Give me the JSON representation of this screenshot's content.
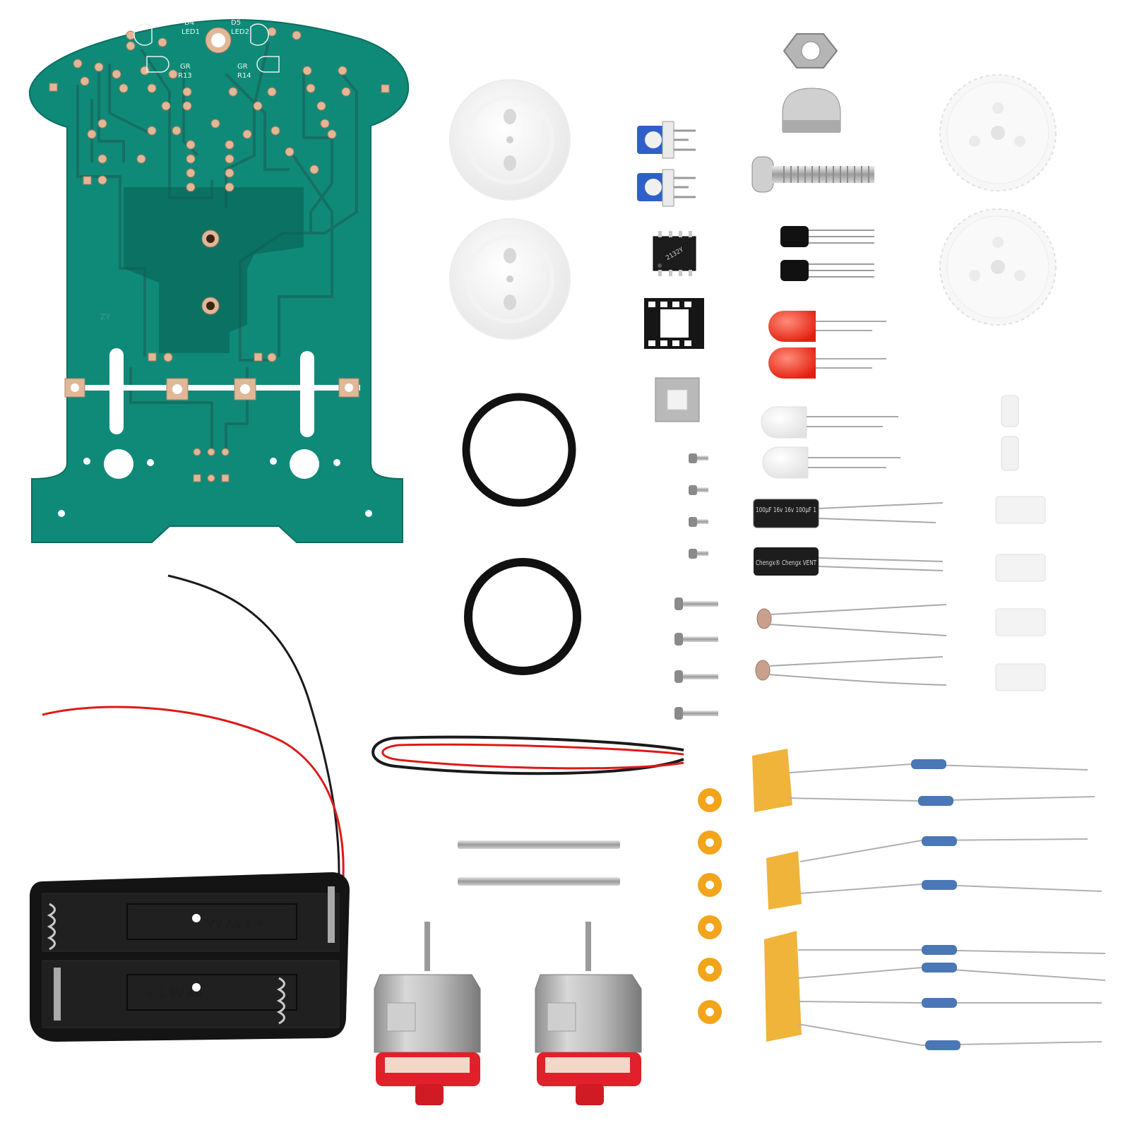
{
  "pcb": {
    "d4": "D4",
    "led1": "LED1",
    "d5": "D5",
    "led2": "LED2",
    "gr_left": "GR",
    "r13": "R13",
    "gr_right": "GR",
    "r14": "R14",
    "zy": "ZY"
  },
  "ic": {
    "marking": "2132Y"
  },
  "capacitors": {
    "cap1_text": "100μF 16v 16v 100μF 1",
    "cap2_text": "Chengx® Chengx VENT"
  },
  "battery_box": {
    "slot1": "+ 1.5V AA",
    "slot2": "+ 1.5V AA"
  },
  "colors": {
    "pcb_green": "#0f8a78",
    "pcb_trace": "#136f63",
    "copper": "#d9a082",
    "wire_red": "#e01818",
    "wire_black": "#1a1a1a",
    "washer_orange": "#f2a51a",
    "tape_yellow": "#f0b43a",
    "motor_cap_red": "#e0202a",
    "led_red": "#ee2a1c"
  }
}
